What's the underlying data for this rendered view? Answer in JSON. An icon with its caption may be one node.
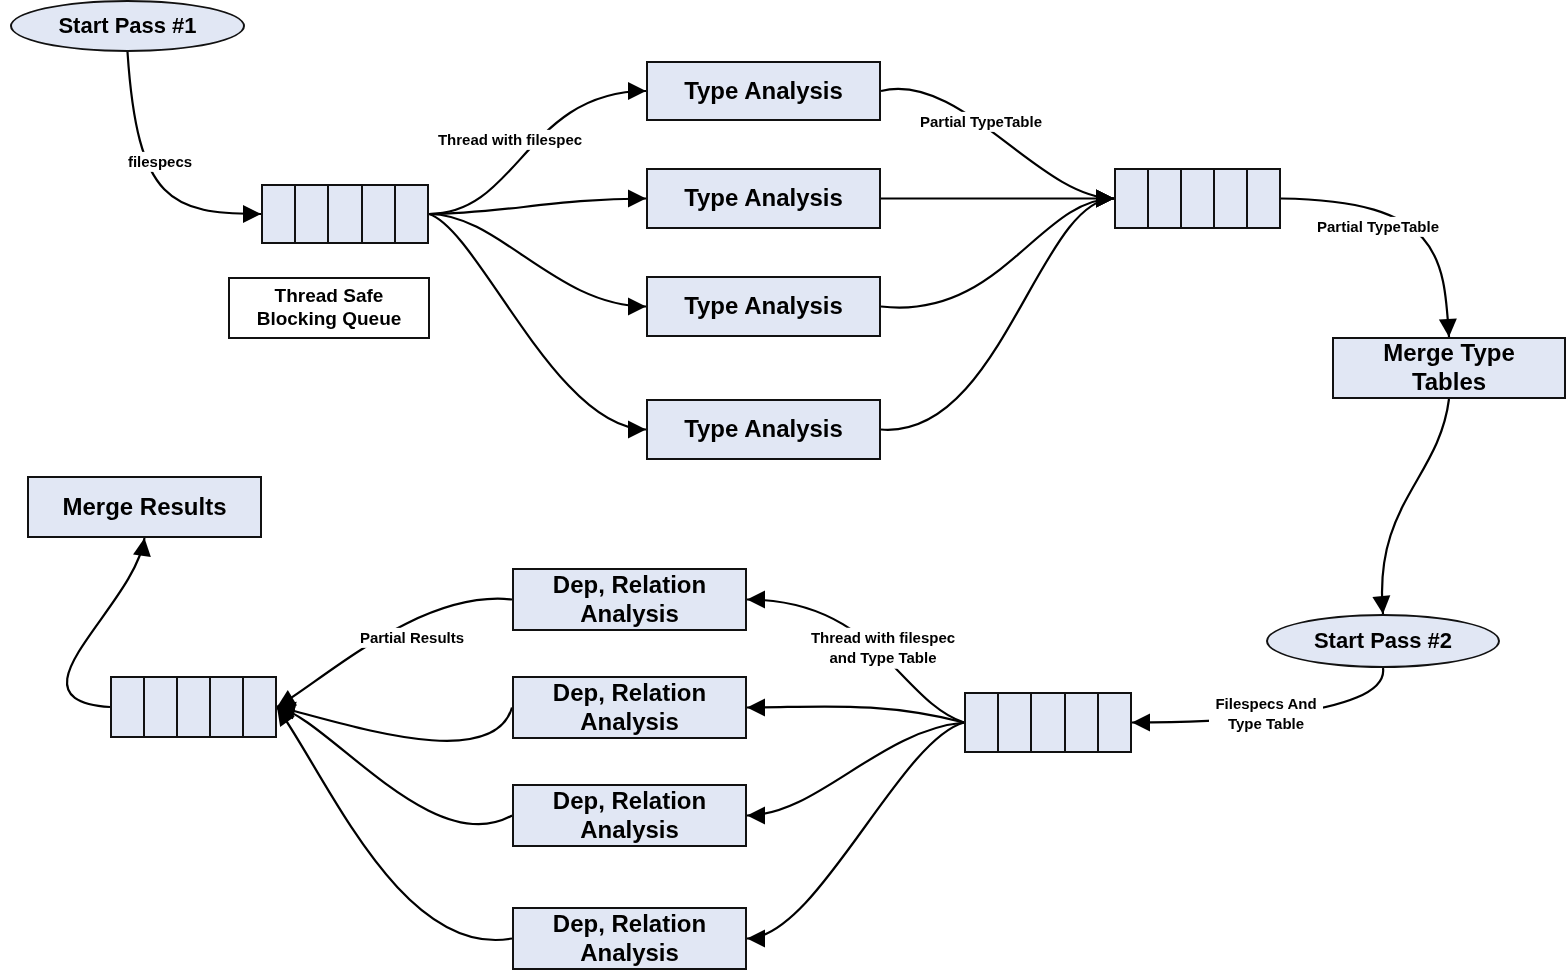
{
  "diagram": {
    "nodes": [
      {
        "text": [
          "Start Pass #1"
        ]
      },
      {
        "text": [],
        "shape": "queue"
      },
      {
        "text": [
          "Thread Safe Blocking Queue"
        ]
      },
      {
        "text": [
          "Type Analysis"
        ]
      },
      {
        "text": [
          "Type Analysis"
        ]
      },
      {
        "text": [
          "Type Analysis"
        ]
      },
      {
        "text": [
          "Type Analysis"
        ]
      },
      {
        "text": [],
        "shape": "queue"
      },
      {
        "text": [
          "Merge Type Tables"
        ]
      },
      {
        "text": [
          "Start Pass #2"
        ]
      },
      {
        "text": [],
        "shape": "queue"
      },
      {
        "text": [
          "Dep, Relation Analysis"
        ]
      },
      {
        "text": [
          "Dep, Relation Analysis"
        ]
      },
      {
        "text": [
          "Dep, Relation Analysis"
        ]
      },
      {
        "text": [
          "Dep, Relation Analysis"
        ]
      },
      {
        "text": [],
        "shape": "queue"
      },
      {
        "text": [
          "Merge Results"
        ]
      }
    ],
    "edges": [
      {
        "from": 0,
        "to": 1,
        "arrow": "to",
        "label": "filespecs"
      },
      {
        "from": 1,
        "to": 3,
        "arrow": "to",
        "label": "Thread with filespec"
      },
      {
        "from": 1,
        "to": 4,
        "arrow": "to"
      },
      {
        "from": 1,
        "to": 5,
        "arrow": "to"
      },
      {
        "from": 1,
        "to": 6,
        "arrow": "to"
      },
      {
        "from": 3,
        "to": 7,
        "arrow": "to",
        "label": "Partial TypeTable"
      },
      {
        "from": 4,
        "to": 7,
        "arrow": "to"
      },
      {
        "from": 5,
        "to": 7,
        "arrow": "to"
      },
      {
        "from": 6,
        "to": 7,
        "arrow": "to"
      },
      {
        "from": 7,
        "to": 8,
        "arrow": "to",
        "label": "Partial TypeTable"
      },
      {
        "from": 8,
        "to": 9,
        "arrow": "to"
      },
      {
        "from": 9,
        "to": 10,
        "arrow": "to",
        "label": "Filespecs And Type Table"
      },
      {
        "from": 10,
        "to": 11,
        "arrow": "to",
        "label": "Thread with filespec and Type Table"
      },
      {
        "from": 10,
        "to": 12,
        "arrow": "to"
      },
      {
        "from": 10,
        "to": 13,
        "arrow": "to"
      },
      {
        "from": 10,
        "to": 14,
        "arrow": "to"
      },
      {
        "from": 11,
        "to": 15,
        "arrow": "to",
        "label": "Partial Results"
      },
      {
        "from": 12,
        "to": 15,
        "arrow": "to"
      },
      {
        "from": 13,
        "to": 15,
        "arrow": "to"
      },
      {
        "from": 14,
        "to": 15,
        "arrow": "to"
      },
      {
        "from": 15,
        "to": 16,
        "arrow": "to"
      }
    ]
  }
}
